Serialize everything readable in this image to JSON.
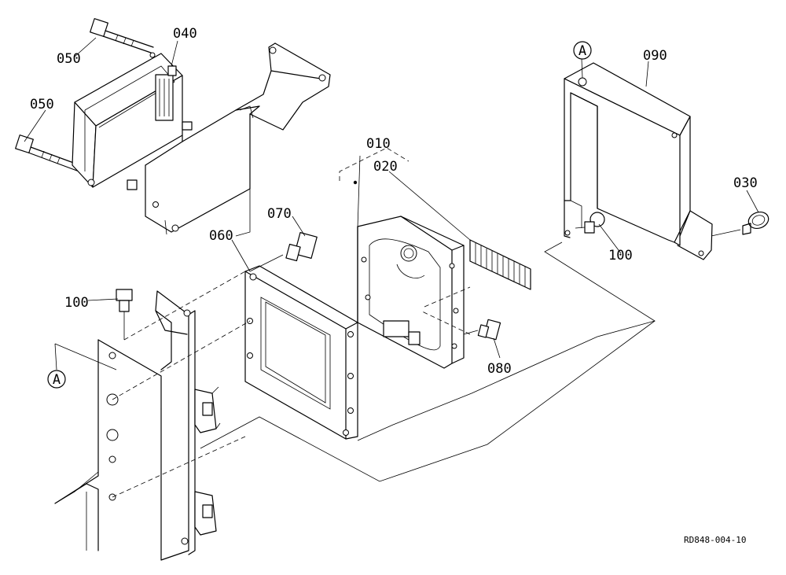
{
  "diagram": {
    "callouts": [
      "010",
      "020",
      "030",
      "040",
      "050",
      "050",
      "060",
      "070",
      "080",
      "090",
      "100",
      "100"
    ],
    "refs": [
      "A",
      "A"
    ],
    "drawing_code": "RD848-004-10"
  }
}
